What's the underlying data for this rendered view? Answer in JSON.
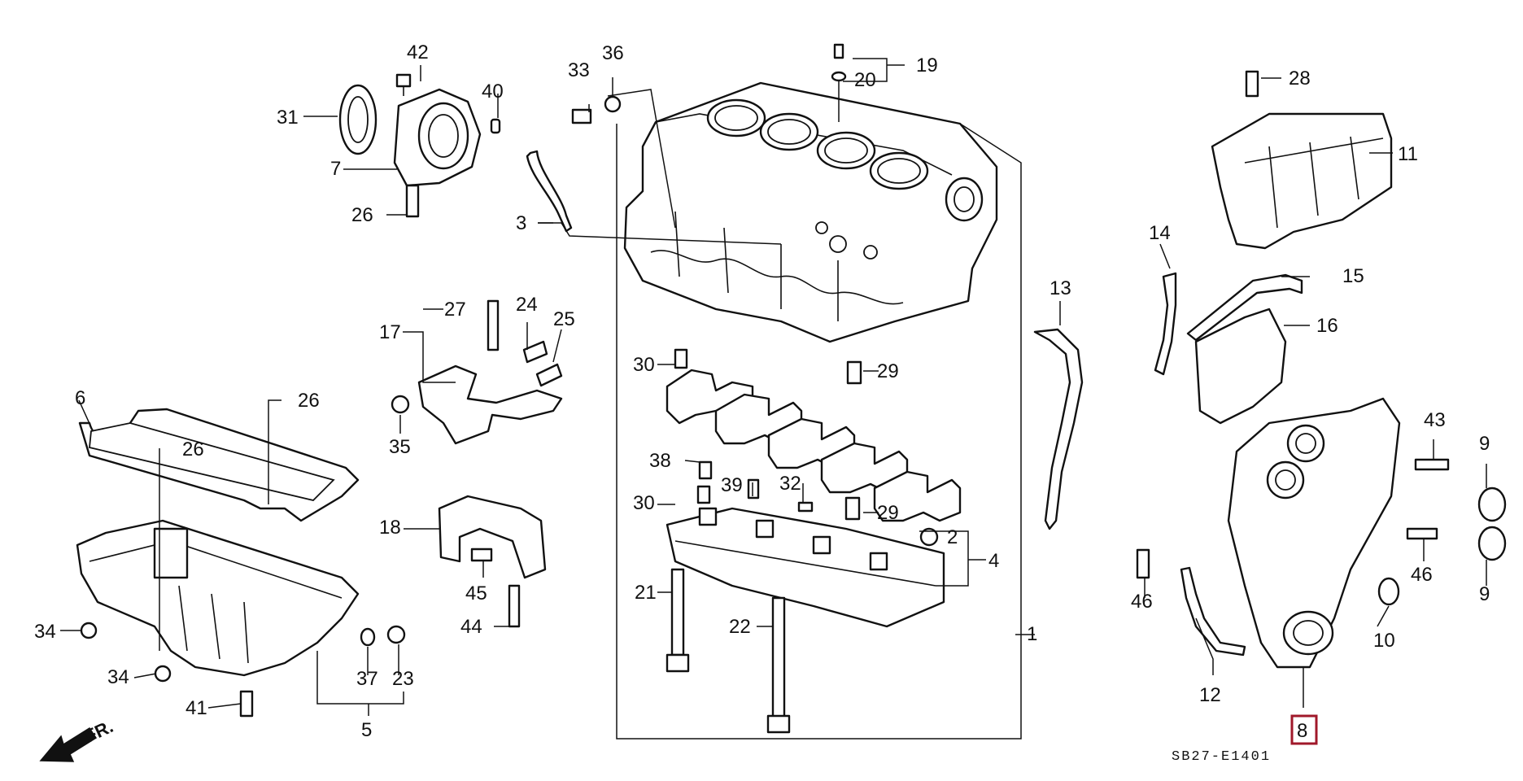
{
  "diagram": {
    "labels": [
      "1",
      "2",
      "3",
      "4",
      "5",
      "6",
      "7",
      "8",
      "9",
      "9",
      "10",
      "11",
      "12",
      "13",
      "14",
      "15",
      "16",
      "17",
      "18",
      "19",
      "20",
      "21",
      "22",
      "23",
      "24",
      "25",
      "26",
      "26",
      "26",
      "27",
      "28",
      "29",
      "29",
      "30",
      "30",
      "31",
      "32",
      "33",
      "34",
      "34",
      "35",
      "36",
      "37",
      "38",
      "39",
      "40",
      "41",
      "42",
      "43",
      "44",
      "45",
      "46",
      "46"
    ],
    "highlighted": "8",
    "highlight_color": "#a0182a",
    "drawing_code": "SB27-E1401",
    "direction_label": "FR."
  }
}
